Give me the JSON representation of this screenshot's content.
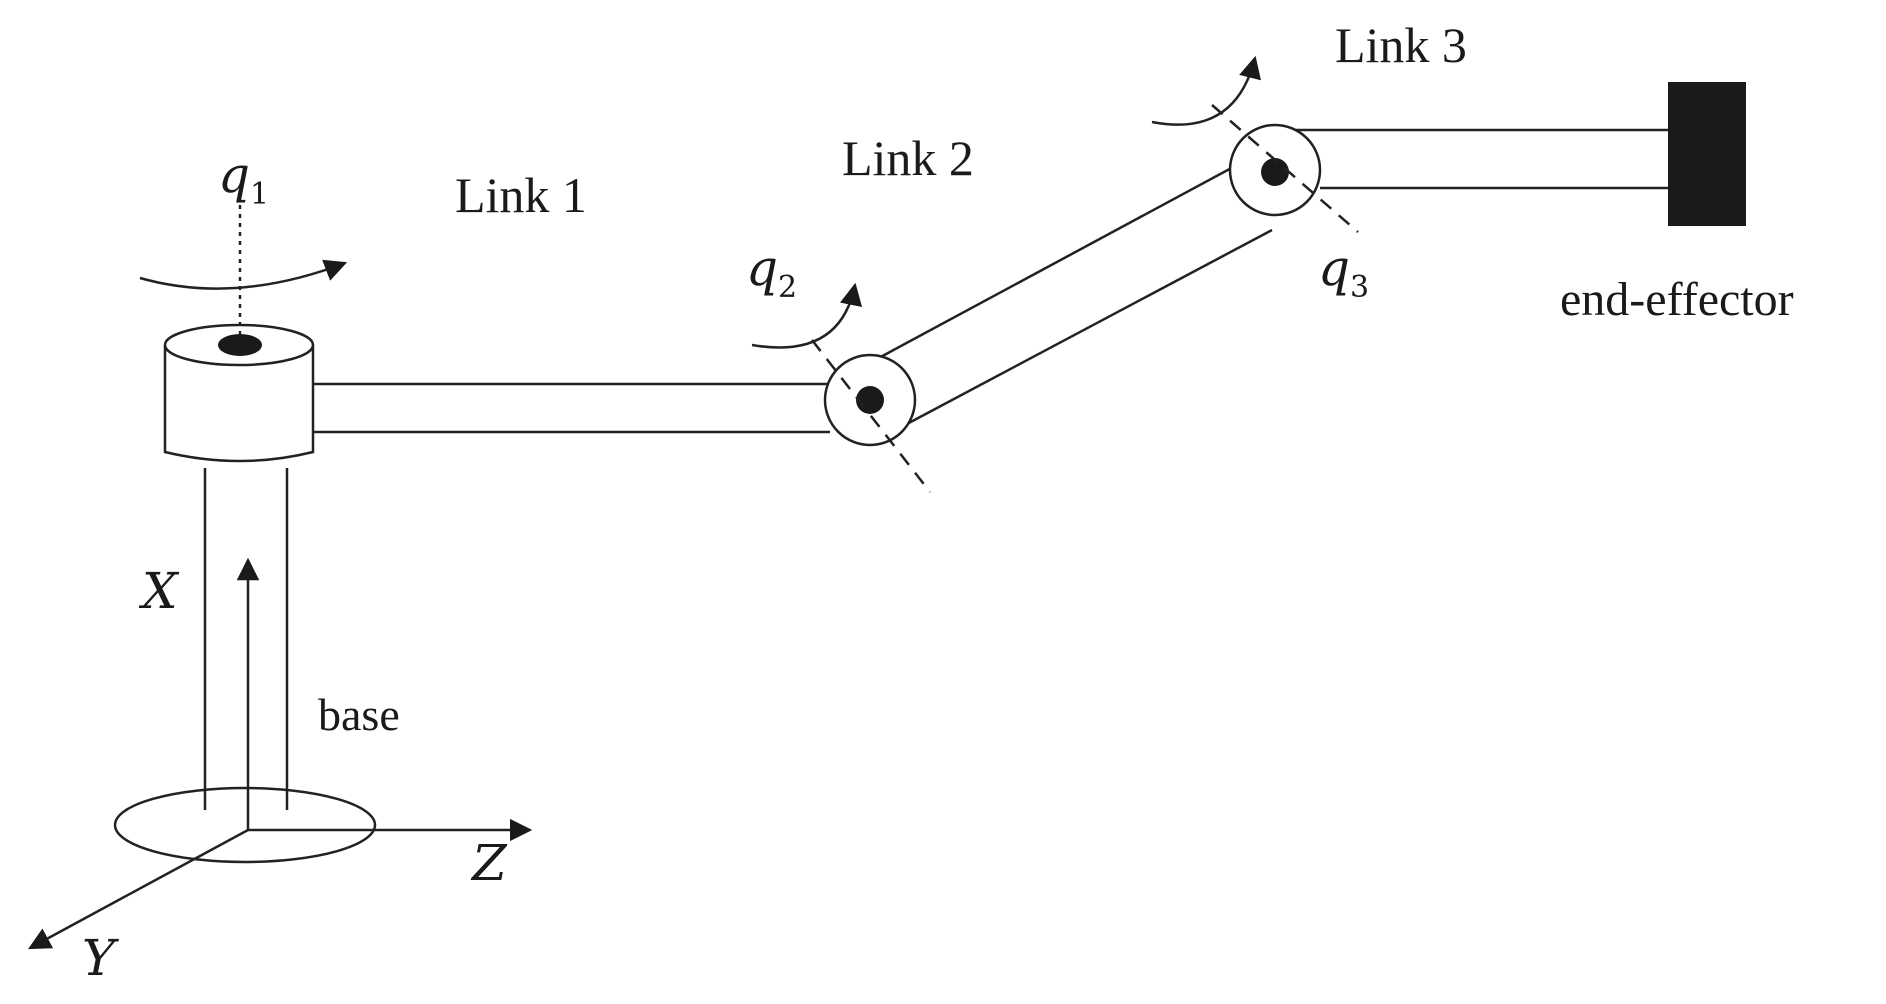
{
  "labels": {
    "link1": "Link 1",
    "link2": "Link 2",
    "link3": "Link 3",
    "end_effector": "end-effector",
    "base": "base",
    "q1": {
      "symbol": "q",
      "sub": "1"
    },
    "q2": {
      "symbol": "q",
      "sub": "2"
    },
    "q3": {
      "symbol": "q",
      "sub": "3"
    },
    "axis_x": "X",
    "axis_y": "Y",
    "axis_z": "Z"
  },
  "colors": {
    "line": "#222222",
    "fill_dark": "#1a1a1a",
    "background": "#ffffff"
  }
}
